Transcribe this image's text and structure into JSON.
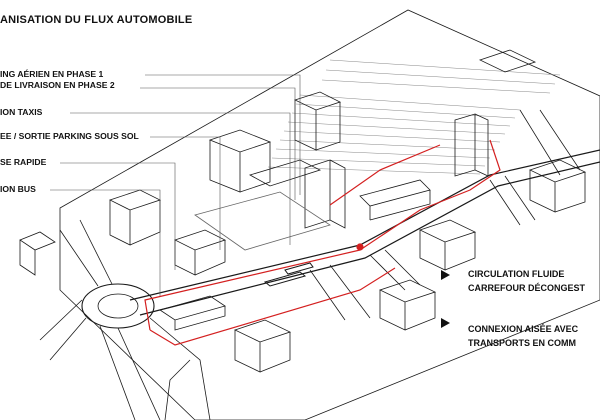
{
  "title": "ANISATION DU FLUX AUTOMOBILE",
  "labels": {
    "parking_line1": "ING AÉRIEN EN PHASE 1",
    "parking_line2": "DE LIVRAISON EN PHASE 2",
    "taxis": "ION TAXIS",
    "parking_sous_sol": "EE / SORTIE PARKING SOUS SOL",
    "rapide": "SE RAPIDE",
    "bus": "ION BUS"
  },
  "legend": {
    "item1_line1": "CIRCULATION FLUIDE",
    "item1_line2": "CARREFOUR DÉCONGEST",
    "item2_line1": "CONNEXION AISÉE AVEC",
    "item2_line2": "TRANSPORTS EN COMM"
  },
  "colors": {
    "line": "#1a1a1a",
    "accent": "#d42020",
    "fill": "#ffffff"
  }
}
